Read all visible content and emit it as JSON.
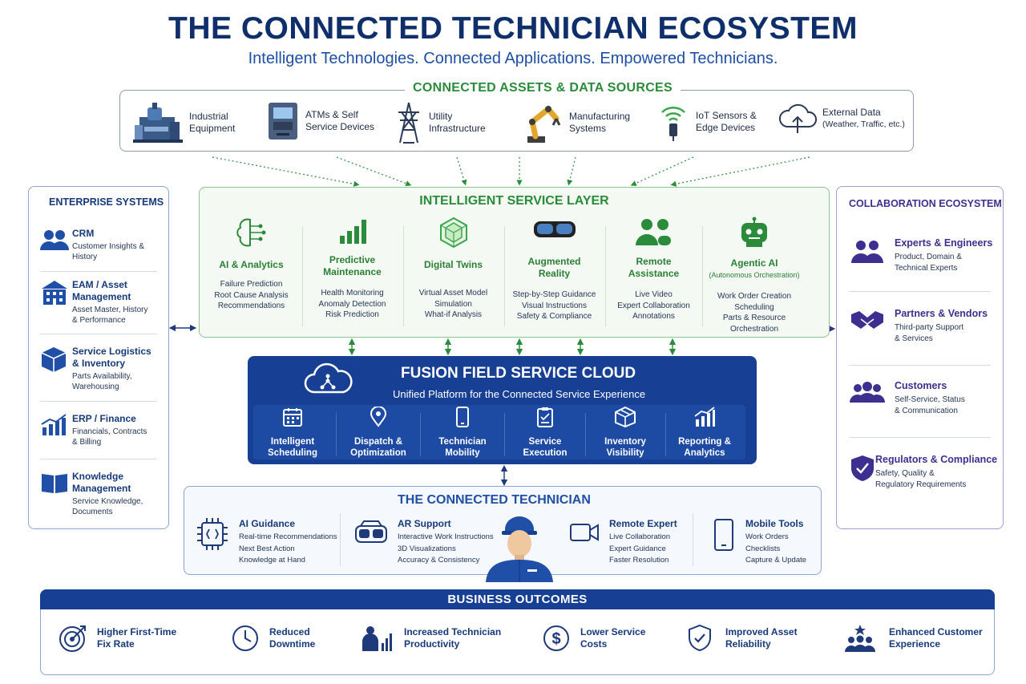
{
  "header": {
    "title": "THE CONNECTED TECHNICIAN ECOSYSTEM",
    "subtitle": "Intelligent Technologies. Connected Applications. Empowered Technicians."
  },
  "assets": {
    "title": "CONNECTED ASSETS & DATA SOURCES",
    "items": [
      {
        "l1": "Industrial",
        "l2": "Equipment",
        "icon": "factory-icon"
      },
      {
        "l1": "ATMs & Self",
        "l2": "Service Devices",
        "icon": "atm-icon"
      },
      {
        "l1": "Utility",
        "l2": "Infrastructure",
        "icon": "power-tower-icon"
      },
      {
        "l1": "Manufacturing",
        "l2": "Systems",
        "icon": "robot-arm-icon"
      },
      {
        "l1": "IoT Sensors &",
        "l2": "Edge Devices",
        "icon": "iot-sensor-icon"
      },
      {
        "l1": "External Data",
        "l2": "(Weather, Traffic, etc.)",
        "icon": "cloud-upload-icon"
      }
    ]
  },
  "enterprise": {
    "title": "ENTERPRISE SYSTEMS",
    "items": [
      {
        "name": "CRM",
        "name2": "",
        "d1": "Customer Insights &",
        "d2": "History",
        "d3": "",
        "icon": "users-icon"
      },
      {
        "name": "EAM / Asset",
        "name2": "Management",
        "d1": "Asset Master, History",
        "d2": "& Performance",
        "d3": "",
        "icon": "building-icon"
      },
      {
        "name": "Service Logistics",
        "name2": "& Inventory",
        "d1": "Parts Availability,",
        "d2": "Warehousing",
        "d3": "",
        "icon": "box-icon"
      },
      {
        "name": "ERP / Finance",
        "name2": "",
        "d1": "Financials, Contracts",
        "d2": "& Billing",
        "d3": "",
        "icon": "chart-icon"
      },
      {
        "name": "Knowledge",
        "name2": "Management",
        "d1": "Service Knowledge,",
        "d2": "Documents",
        "d3": "",
        "icon": "book-icon"
      }
    ]
  },
  "collaboration": {
    "title": "COLLABORATION ECOSYSTEM",
    "items": [
      {
        "name": "Experts & Engineers",
        "d1": "Product, Domain &",
        "d2": "Technical Experts",
        "icon": "experts-icon"
      },
      {
        "name": "Partners & Vendors",
        "d1": "Third-party Support",
        "d2": "& Services",
        "icon": "handshake-icon"
      },
      {
        "name": "Customers",
        "d1": "Self-Service, Status",
        "d2": "& Communication",
        "icon": "customers-icon"
      },
      {
        "name": "Regulators & Compliance",
        "d1": "Safety, Quality &",
        "d2": "Regulatory Requirements",
        "icon": "shield-check-icon"
      }
    ]
  },
  "service_layer": {
    "title": "INTELLIGENT SERVICE LAYER",
    "items": [
      {
        "n1": "AI & Analytics",
        "n2": "",
        "d": [
          "Failure Prediction",
          "Root Cause Analysis",
          "Recommendations",
          ""
        ],
        "icon": "brain-icon"
      },
      {
        "n1": "Predictive",
        "n2": "Maintenance",
        "d": [
          "Health Monitoring",
          "Anomaly Detection",
          "Risk Prediction",
          ""
        ],
        "icon": "bar-growth-icon"
      },
      {
        "n1": "Digital Twins",
        "n2": "",
        "d": [
          "Virtual Asset Model",
          "Simulation",
          "What-if Analysis",
          ""
        ],
        "icon": "cube-icon"
      },
      {
        "n1": "Augmented",
        "n2": "Reality",
        "d": [
          "Step-by-Step Guidance",
          "Visual Instructions",
          "Safety & Compliance",
          ""
        ],
        "icon": "ar-goggles-icon"
      },
      {
        "n1": "Remote",
        "n2": "Assistance",
        "d": [
          "Live Video",
          "Expert Collaboration",
          "Annotations",
          ""
        ],
        "icon": "remote-users-icon"
      },
      {
        "n1": "Agentic AI",
        "n2": "(Autonomous Orchestration)",
        "d": [
          "Work Order Creation",
          "Scheduling",
          "Parts & Resource",
          "Orchestration"
        ],
        "icon": "robot-icon"
      }
    ]
  },
  "cloud": {
    "title": "FUSION FIELD SERVICE CLOUD",
    "subtitle": "Unified Platform for the Connected Service Experience",
    "modules": [
      {
        "l1": "Intelligent",
        "l2": "Scheduling",
        "icon": "calendar-icon"
      },
      {
        "l1": "Dispatch &",
        "l2": "Optimization",
        "icon": "map-pin-icon"
      },
      {
        "l1": "Technician",
        "l2": "Mobility",
        "icon": "phone-icon"
      },
      {
        "l1": "Service",
        "l2": "Execution",
        "icon": "clipboard-icon"
      },
      {
        "l1": "Inventory",
        "l2": "Visibility",
        "icon": "package-icon"
      },
      {
        "l1": "Reporting &",
        "l2": "Analytics",
        "icon": "report-chart-icon"
      }
    ]
  },
  "technician": {
    "title": "THE CONNECTED TECHNICIAN",
    "items": [
      {
        "name": "AI Guidance",
        "d": [
          "Real-time Recommendations",
          "Next Best Action",
          "Knowledge at Hand"
        ],
        "icon": "chip-icon"
      },
      {
        "name": "AR Support",
        "d": [
          "Interactive Work Instructions",
          "3D Visualizations",
          "Accuracy & Consistency"
        ],
        "icon": "vr-headset-icon"
      },
      {
        "name": "Remote Expert",
        "d": [
          "Live Collaboration",
          "Expert Guidance",
          "Faster Resolution"
        ],
        "icon": "video-camera-icon"
      },
      {
        "name": "Mobile Tools",
        "d": [
          "Work Orders",
          "Checklists",
          "Capture & Update"
        ],
        "icon": "mobile-icon"
      }
    ]
  },
  "outcomes": {
    "title": "BUSINESS OUTCOMES",
    "items": [
      {
        "l1": "Higher First-Time",
        "l2": "Fix Rate",
        "icon": "target-icon"
      },
      {
        "l1": "Reduced",
        "l2": "Downtime",
        "icon": "clock-icon"
      },
      {
        "l1": "Increased Technician",
        "l2": "Productivity",
        "icon": "worker-growth-icon"
      },
      {
        "l1": "Lower Service",
        "l2": "Costs",
        "icon": "dollar-icon"
      },
      {
        "l1": "Improved Asset",
        "l2": "Reliability",
        "icon": "shield-icon"
      },
      {
        "l1": "Enhanced Customer",
        "l2": "Experience",
        "icon": "star-users-icon"
      }
    ]
  },
  "colors": {
    "navy": "#0f2f6b",
    "blue": "#1f4fa6",
    "green": "#2a8c3a",
    "purple": "#3d2f8f",
    "cloud": "#173f93"
  }
}
